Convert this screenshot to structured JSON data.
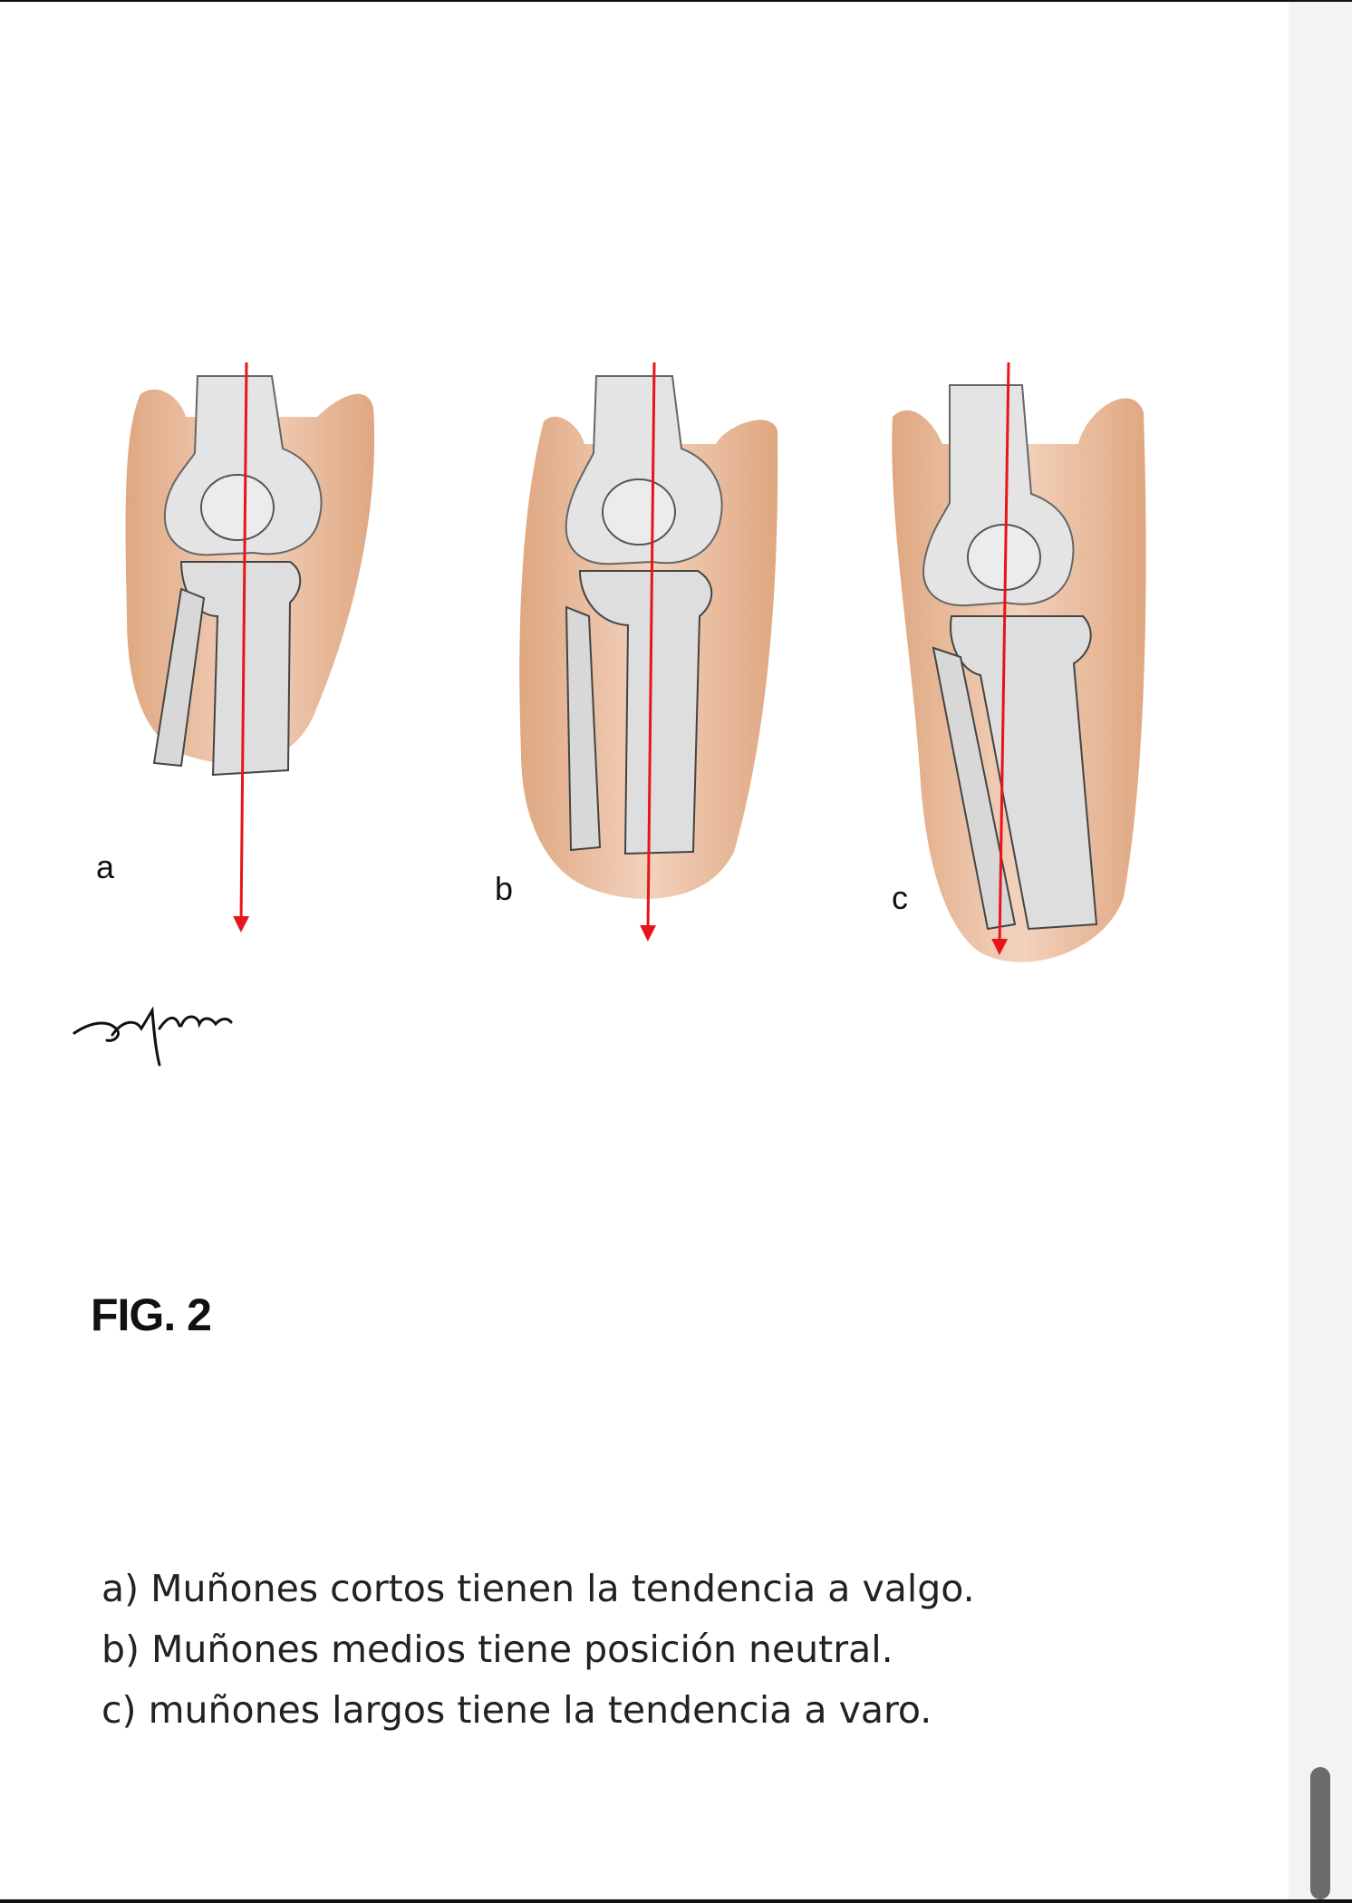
{
  "figure": {
    "panel_labels": {
      "a": "a",
      "b": "b",
      "c": "c"
    },
    "title": "FIG. 2",
    "signature": "mplain"
  },
  "caption": {
    "lines": [
      "a) Muñones cortos tienen la tendencia a valgo.",
      "b) Muñones medios tiene posición neutral.",
      "c) muñones largos tiene la tendencia a varo."
    ]
  },
  "colors": {
    "skin": "#e8b898",
    "bone": "#e2e2e2",
    "axis_line": "#e8141a"
  },
  "scrollbar": {
    "position_fraction": 0.95
  }
}
